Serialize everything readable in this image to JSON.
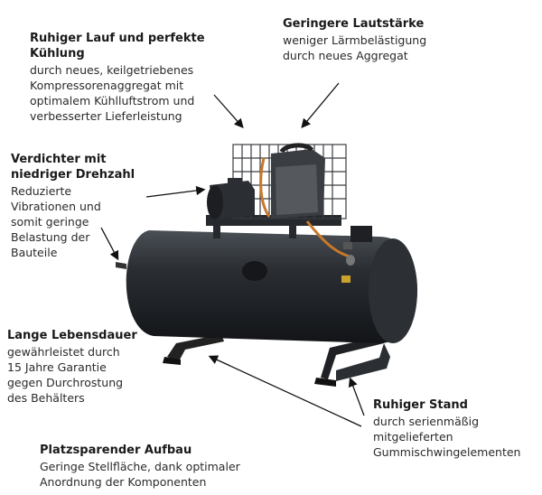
{
  "callouts": {
    "kuehlung": {
      "title": "Ruhiger Lauf und perfekte\nKühlung",
      "desc": "durch neues, keilgetriebenes\nKompressorenaggregat mit\noptimalem Kühlluftstrom und\nverbesserter Lieferleistung"
    },
    "laut": {
      "title": "Geringere Lautstärke",
      "desc": "weniger Lärmbelästigung\ndurch neues Aggregat"
    },
    "verdichter": {
      "title": "Verdichter mit\nniedriger Drehzahl",
      "desc": "Reduzierte\nVibrationen und\nsomit geringe\nBelastung der\nBauteile"
    },
    "lebensdauer": {
      "title": "Lange Lebensdauer",
      "desc": "gewährleistet durch\n15 Jahre Garantie\ngegen Durchrostung\ndes Behälters"
    },
    "stand": {
      "title": "Ruhiger Stand",
      "desc": "durch serienmäßig\nmitgelieferten\nGummischwingelementen"
    },
    "aufbau": {
      "title": "Platzsparender Aufbau",
      "desc": "Geringe Stellfläche, dank optimaler\nAnordnung der Komponenten"
    }
  },
  "colors": {
    "tank": "#1f2226",
    "frame": "#2a2d31",
    "copper": "#c8782a",
    "arrow": "#111111"
  },
  "icons": [
    "air-compressor-illustration",
    "callout-arrow"
  ]
}
